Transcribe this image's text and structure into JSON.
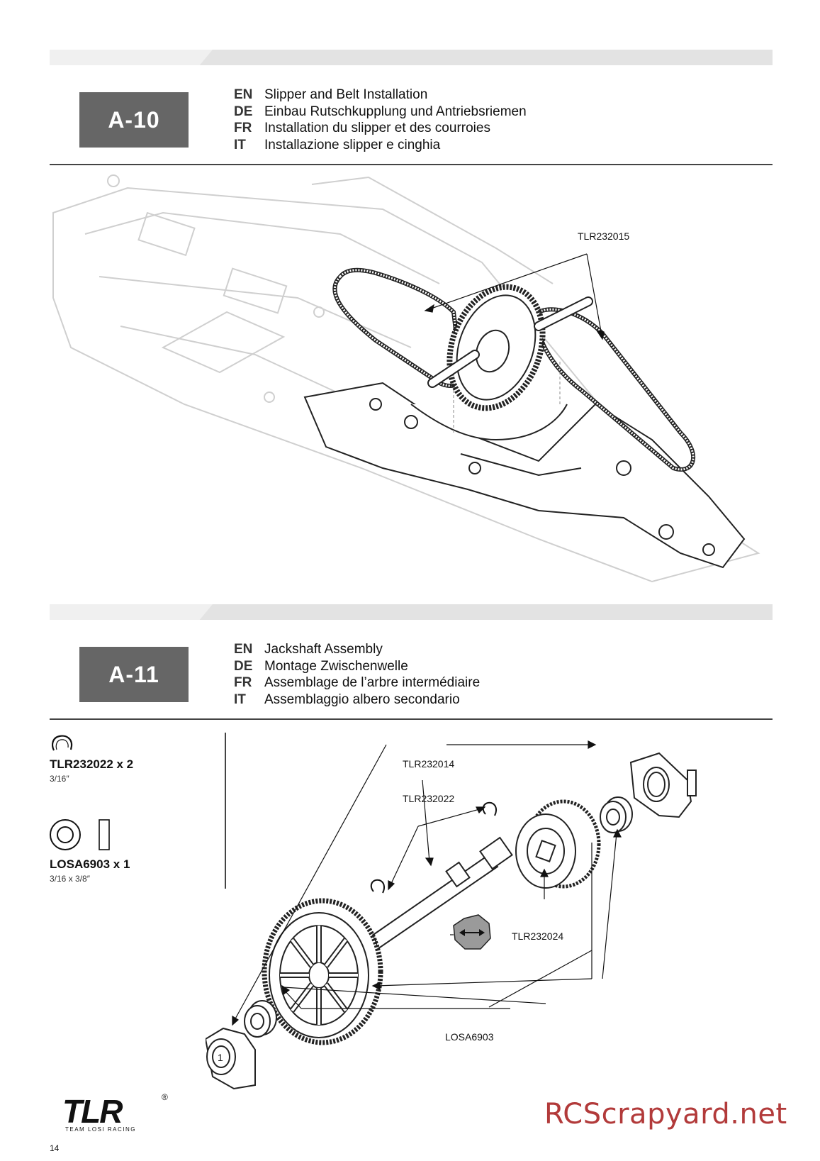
{
  "step_a10": {
    "number": "A-10",
    "titles": [
      {
        "code": "EN",
        "text": "Slipper and Belt Installation"
      },
      {
        "code": "DE",
        "text": "Einbau Rutschkupplung und Antriebsriemen"
      },
      {
        "code": "FR",
        "text": "Installation du slipper et des courroies"
      },
      {
        "code": "IT",
        "text": "Installazione slipper e cinghia"
      }
    ],
    "callouts": {
      "belt": "TLR232015"
    }
  },
  "step_a11": {
    "number": "A-11",
    "titles": [
      {
        "code": "EN",
        "text": "Jackshaft Assembly"
      },
      {
        "code": "DE",
        "text": "Montage Zwischenwelle"
      },
      {
        "code": "FR",
        "text": "Assemblage de l’arbre intermédiaire"
      },
      {
        "code": "IT",
        "text": "Assemblaggio albero secondario"
      }
    ],
    "parts": [
      {
        "label": "TLR232022 x 2",
        "size": "3/16″",
        "icon": "e-clip-icon"
      },
      {
        "label": "LOSA6903 x 1",
        "size": "3/16 x 3/8″",
        "icon": "bearing-icon"
      }
    ],
    "callouts": {
      "bearing_carrier": "TLR232014",
      "e_clip": "TLR232022",
      "shaft": "TLR232024",
      "bearing": "LOSA6903"
    }
  },
  "footer": {
    "page_number": "14",
    "logo_text": "TLR",
    "logo_reg": "®",
    "logo_sub": "TEAM LOSI RACING",
    "watermark": "RCScrapyard.net"
  }
}
